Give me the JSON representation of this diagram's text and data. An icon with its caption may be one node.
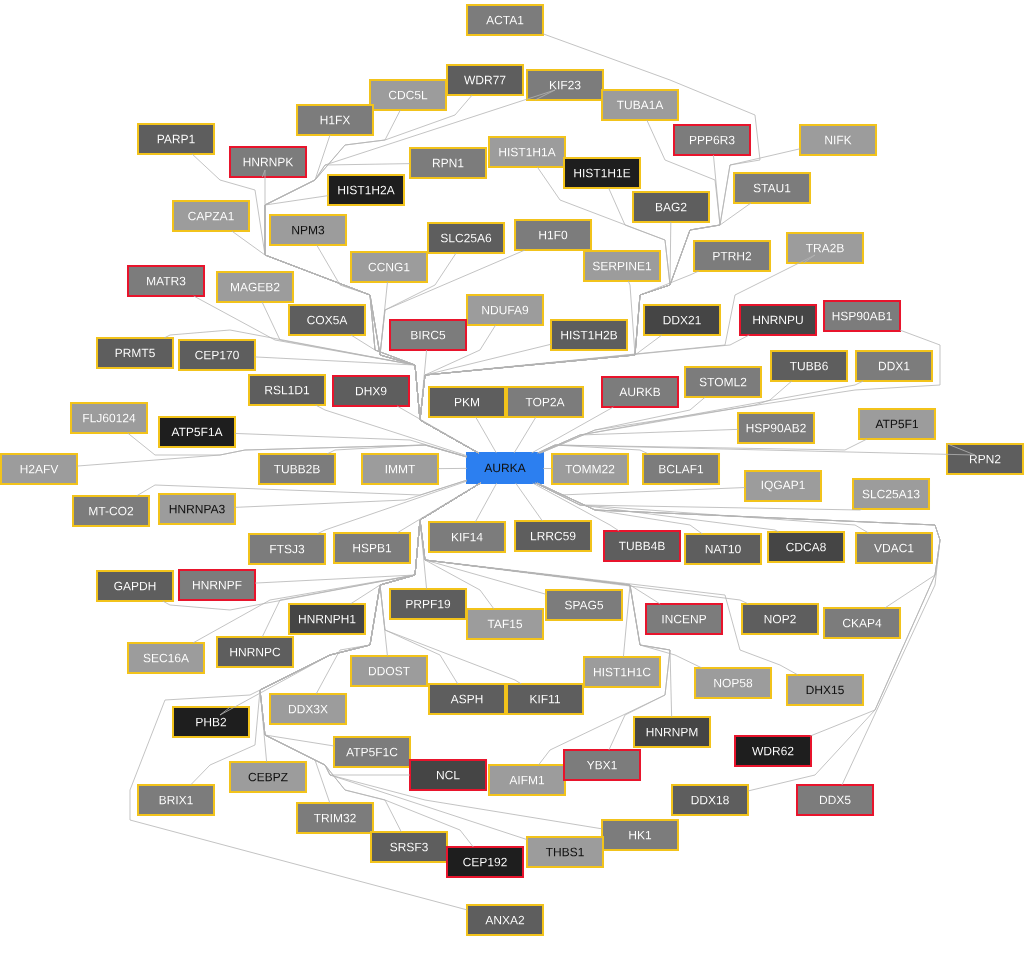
{
  "diagram": {
    "nodes": [
      {
        "text": [
          "AURKA"
        ]
      },
      {
        "text": [
          "ACTA1"
        ]
      },
      {
        "text": [
          "WDR77"
        ]
      },
      {
        "text": [
          "KIF23"
        ]
      },
      {
        "text": [
          "CDC5L"
        ]
      },
      {
        "text": [
          "TUBA1A"
        ]
      },
      {
        "text": [
          "H1FX"
        ]
      },
      {
        "text": [
          "PARP1"
        ]
      },
      {
        "text": [
          "PPP6R3"
        ]
      },
      {
        "text": [
          "NIFK"
        ]
      },
      {
        "text": [
          "HNRNPK"
        ]
      },
      {
        "text": [
          "HIST1H1A"
        ]
      },
      {
        "text": [
          "RPN1"
        ]
      },
      {
        "text": [
          "HIST1H2A"
        ]
      },
      {
        "text": [
          "HIST1H1E"
        ]
      },
      {
        "text": [
          "STAU1"
        ]
      },
      {
        "text": [
          "CAPZA1"
        ]
      },
      {
        "text": [
          "NPM3"
        ]
      },
      {
        "text": [
          "SLC25A6"
        ]
      },
      {
        "text": [
          "H1F0"
        ]
      },
      {
        "text": [
          "BAG2"
        ]
      },
      {
        "text": [
          "PTRH2"
        ]
      },
      {
        "text": [
          "TRA2B"
        ]
      },
      {
        "text": [
          "CCNG1"
        ]
      },
      {
        "text": [
          "SERPINE1"
        ]
      },
      {
        "text": [
          "MATR3"
        ]
      },
      {
        "text": [
          "MAGEB2"
        ]
      },
      {
        "text": [
          "COX5A"
        ]
      },
      {
        "text": [
          "NDUFA9"
        ]
      },
      {
        "text": [
          "BIRC5"
        ]
      },
      {
        "text": [
          "HIST1H2B"
        ]
      },
      {
        "text": [
          "DDX21"
        ]
      },
      {
        "text": [
          "HNRNPU"
        ]
      },
      {
        "text": [
          "HSP90AB1"
        ]
      },
      {
        "text": [
          "PRMT5"
        ]
      },
      {
        "text": [
          "CEP170"
        ]
      },
      {
        "text": [
          "RSL1D1"
        ]
      },
      {
        "text": [
          "DHX9"
        ]
      },
      {
        "text": [
          "PKM"
        ]
      },
      {
        "text": [
          "TOP2A"
        ]
      },
      {
        "text": [
          "AURKB"
        ]
      },
      {
        "text": [
          "STOML2"
        ]
      },
      {
        "text": [
          "TUBB6"
        ]
      },
      {
        "text": [
          "DDX1"
        ]
      },
      {
        "text": [
          "FLJ60124"
        ]
      },
      {
        "text": [
          "ATP5F1A"
        ]
      },
      {
        "text": [
          "HSP90AB2"
        ]
      },
      {
        "text": [
          "ATP5F1"
        ]
      },
      {
        "text": [
          "RPN2"
        ]
      },
      {
        "text": [
          "H2AFV"
        ]
      },
      {
        "text": [
          "TUBB2B"
        ]
      },
      {
        "text": [
          "IMMT"
        ]
      },
      {
        "text": [
          "TOMM22"
        ]
      },
      {
        "text": [
          "BCLAF1"
        ]
      },
      {
        "text": [
          "IQGAP1"
        ]
      },
      {
        "text": [
          "SLC25A13"
        ]
      },
      {
        "text": [
          "MT-CO2"
        ]
      },
      {
        "text": [
          "HNRNPA3"
        ]
      },
      {
        "text": [
          "KIF14"
        ]
      },
      {
        "text": [
          "LRRC59"
        ]
      },
      {
        "text": [
          "TUBB4B"
        ]
      },
      {
        "text": [
          "NAT10"
        ]
      },
      {
        "text": [
          "CDCA8"
        ]
      },
      {
        "text": [
          "VDAC1"
        ]
      },
      {
        "text": [
          "FTSJ3"
        ]
      },
      {
        "text": [
          "HSPB1"
        ]
      },
      {
        "text": [
          "GAPDH"
        ]
      },
      {
        "text": [
          "HNRNPF"
        ]
      },
      {
        "text": [
          "PRPF19"
        ]
      },
      {
        "text": [
          "HNRNPH1"
        ]
      },
      {
        "text": [
          "TAF15"
        ]
      },
      {
        "text": [
          "SPAG5"
        ]
      },
      {
        "text": [
          "INCENP"
        ]
      },
      {
        "text": [
          "NOP2"
        ]
      },
      {
        "text": [
          "CKAP4"
        ]
      },
      {
        "text": [
          "SEC16A"
        ]
      },
      {
        "text": [
          "HNRNPC"
        ]
      },
      {
        "text": [
          "DDOST"
        ]
      },
      {
        "text": [
          "HIST1H1C"
        ]
      },
      {
        "text": [
          "ASPH"
        ]
      },
      {
        "text": [
          "KIF11"
        ]
      },
      {
        "text": [
          "NOP58"
        ]
      },
      {
        "text": [
          "DHX15"
        ]
      },
      {
        "text": [
          "PHB2"
        ]
      },
      {
        "text": [
          "DDX3X"
        ]
      },
      {
        "text": [
          "HNRNPM"
        ]
      },
      {
        "text": [
          "WDR62"
        ]
      },
      {
        "text": [
          "ATP5F1C"
        ]
      },
      {
        "text": [
          "NCL"
        ]
      },
      {
        "text": [
          "AIFM1"
        ]
      },
      {
        "text": [
          "YBX1"
        ]
      },
      {
        "text": [
          "CEBPZ"
        ]
      },
      {
        "text": [
          "DDX18"
        ]
      },
      {
        "text": [
          "DDX5"
        ]
      },
      {
        "text": [
          "BRIX1"
        ]
      },
      {
        "text": [
          "TRIM32"
        ]
      },
      {
        "text": [
          "HK1"
        ]
      },
      {
        "text": [
          "SRSF3"
        ]
      },
      {
        "text": [
          "CEP192"
        ]
      },
      {
        "text": [
          "THBS1"
        ]
      },
      {
        "text": [
          "ANXA2"
        ]
      }
    ],
    "edges": [
      {
        "from": 0,
        "to": 1,
        "arrow": "none"
      },
      {
        "from": 0,
        "to": 2,
        "arrow": "none"
      },
      {
        "from": 0,
        "to": 3,
        "arrow": "none"
      },
      {
        "from": 0,
        "to": 4,
        "arrow": "none"
      },
      {
        "from": 0,
        "to": 5,
        "arrow": "none"
      },
      {
        "from": 0,
        "to": 6,
        "arrow": "none"
      },
      {
        "from": 0,
        "to": 7,
        "arrow": "none"
      },
      {
        "from": 0,
        "to": 8,
        "arrow": "none"
      },
      {
        "from": 0,
        "to": 9,
        "arrow": "none"
      },
      {
        "from": 0,
        "to": 10,
        "arrow": "none"
      },
      {
        "from": 0,
        "to": 11,
        "arrow": "none"
      },
      {
        "from": 0,
        "to": 12,
        "arrow": "none"
      },
      {
        "from": 0,
        "to": 13,
        "arrow": "none"
      },
      {
        "from": 0,
        "to": 14,
        "arrow": "none"
      },
      {
        "from": 0,
        "to": 15,
        "arrow": "none"
      },
      {
        "from": 0,
        "to": 16,
        "arrow": "none"
      },
      {
        "from": 0,
        "to": 17,
        "arrow": "none"
      },
      {
        "from": 0,
        "to": 18,
        "arrow": "none"
      },
      {
        "from": 0,
        "to": 19,
        "arrow": "none"
      },
      {
        "from": 0,
        "to": 20,
        "arrow": "none"
      },
      {
        "from": 0,
        "to": 21,
        "arrow": "none"
      },
      {
        "from": 0,
        "to": 22,
        "arrow": "none"
      },
      {
        "from": 0,
        "to": 23,
        "arrow": "none"
      },
      {
        "from": 0,
        "to": 24,
        "arrow": "none"
      },
      {
        "from": 0,
        "to": 25,
        "arrow": "none"
      },
      {
        "from": 0,
        "to": 26,
        "arrow": "none"
      },
      {
        "from": 0,
        "to": 27,
        "arrow": "none"
      },
      {
        "from": 0,
        "to": 28,
        "arrow": "none"
      },
      {
        "from": 0,
        "to": 29,
        "arrow": "none"
      },
      {
        "from": 0,
        "to": 30,
        "arrow": "none"
      },
      {
        "from": 0,
        "to": 31,
        "arrow": "none"
      },
      {
        "from": 0,
        "to": 32,
        "arrow": "none"
      },
      {
        "from": 0,
        "to": 33,
        "arrow": "none"
      },
      {
        "from": 0,
        "to": 34,
        "arrow": "none"
      },
      {
        "from": 0,
        "to": 35,
        "arrow": "none"
      },
      {
        "from": 0,
        "to": 36,
        "arrow": "none"
      },
      {
        "from": 0,
        "to": 37,
        "arrow": "none"
      },
      {
        "from": 0,
        "to": 38,
        "arrow": "none"
      },
      {
        "from": 0,
        "to": 39,
        "arrow": "none"
      },
      {
        "from": 0,
        "to": 40,
        "arrow": "none"
      },
      {
        "from": 0,
        "to": 41,
        "arrow": "none"
      },
      {
        "from": 0,
        "to": 42,
        "arrow": "none"
      },
      {
        "from": 0,
        "to": 43,
        "arrow": "none"
      },
      {
        "from": 0,
        "to": 44,
        "arrow": "none"
      },
      {
        "from": 0,
        "to": 45,
        "arrow": "none"
      },
      {
        "from": 0,
        "to": 46,
        "arrow": "none"
      },
      {
        "from": 0,
        "to": 47,
        "arrow": "none"
      },
      {
        "from": 0,
        "to": 48,
        "arrow": "none"
      },
      {
        "from": 0,
        "to": 49,
        "arrow": "none"
      },
      {
        "from": 0,
        "to": 50,
        "arrow": "none"
      },
      {
        "from": 0,
        "to": 51,
        "arrow": "none"
      },
      {
        "from": 0,
        "to": 52,
        "arrow": "none"
      },
      {
        "from": 0,
        "to": 53,
        "arrow": "none"
      },
      {
        "from": 0,
        "to": 54,
        "arrow": "none"
      },
      {
        "from": 0,
        "to": 55,
        "arrow": "none"
      },
      {
        "from": 0,
        "to": 56,
        "arrow": "none"
      },
      {
        "from": 0,
        "to": 57,
        "arrow": "none"
      },
      {
        "from": 0,
        "to": 58,
        "arrow": "none"
      },
      {
        "from": 0,
        "to": 59,
        "arrow": "none"
      },
      {
        "from": 0,
        "to": 60,
        "arrow": "none"
      },
      {
        "from": 0,
        "to": 61,
        "arrow": "none"
      },
      {
        "from": 0,
        "to": 62,
        "arrow": "none"
      },
      {
        "from": 0,
        "to": 63,
        "arrow": "none"
      },
      {
        "from": 0,
        "to": 64,
        "arrow": "none"
      },
      {
        "from": 0,
        "to": 65,
        "arrow": "none"
      },
      {
        "from": 0,
        "to": 66,
        "arrow": "none"
      },
      {
        "from": 0,
        "to": 67,
        "arrow": "none"
      },
      {
        "from": 0,
        "to": 68,
        "arrow": "none"
      },
      {
        "from": 0,
        "to": 69,
        "arrow": "none"
      },
      {
        "from": 0,
        "to": 70,
        "arrow": "none"
      },
      {
        "from": 0,
        "to": 71,
        "arrow": "none"
      },
      {
        "from": 0,
        "to": 72,
        "arrow": "none"
      },
      {
        "from": 0,
        "to": 73,
        "arrow": "none"
      },
      {
        "from": 0,
        "to": 74,
        "arrow": "none"
      },
      {
        "from": 0,
        "to": 75,
        "arrow": "none"
      },
      {
        "from": 0,
        "to": 76,
        "arrow": "none"
      },
      {
        "from": 0,
        "to": 77,
        "arrow": "none"
      },
      {
        "from": 0,
        "to": 78,
        "arrow": "none"
      },
      {
        "from": 0,
        "to": 79,
        "arrow": "none"
      },
      {
        "from": 0,
        "to": 80,
        "arrow": "none"
      },
      {
        "from": 0,
        "to": 81,
        "arrow": "none"
      },
      {
        "from": 0,
        "to": 82,
        "arrow": "none"
      },
      {
        "from": 0,
        "to": 83,
        "arrow": "none"
      },
      {
        "from": 0,
        "to": 84,
        "arrow": "none"
      },
      {
        "from": 0,
        "to": 85,
        "arrow": "none"
      },
      {
        "from": 0,
        "to": 86,
        "arrow": "none"
      },
      {
        "from": 0,
        "to": 87,
        "arrow": "none"
      },
      {
        "from": 0,
        "to": 88,
        "arrow": "none"
      },
      {
        "from": 0,
        "to": 89,
        "arrow": "none"
      },
      {
        "from": 0,
        "to": 90,
        "arrow": "none"
      },
      {
        "from": 0,
        "to": 91,
        "arrow": "none"
      },
      {
        "from": 0,
        "to": 92,
        "arrow": "none"
      },
      {
        "from": 0,
        "to": 93,
        "arrow": "none"
      },
      {
        "from": 0,
        "to": 94,
        "arrow": "none"
      },
      {
        "from": 0,
        "to": 95,
        "arrow": "none"
      },
      {
        "from": 0,
        "to": 96,
        "arrow": "none"
      },
      {
        "from": 0,
        "to": 97,
        "arrow": "none"
      },
      {
        "from": 0,
        "to": 98,
        "arrow": "none"
      },
      {
        "from": 0,
        "to": 99,
        "arrow": "none"
      },
      {
        "from": 0,
        "to": 100,
        "arrow": "none"
      }
    ]
  }
}
